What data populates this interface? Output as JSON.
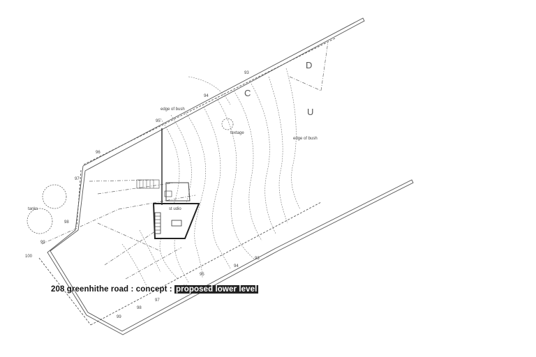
{
  "labels": {
    "top_letter_d": "D",
    "top_letter_c": "C",
    "top_letter_u": "U",
    "edge_of_bush_1": "edge of bush",
    "edge_of_bush_2": "edge of bush",
    "textage": "textage",
    "tanks": "tanks"
  },
  "contours": {
    "c100": "100",
    "c99a": "99",
    "c99b": "99",
    "c98a": "98",
    "c98b": "98",
    "c97a": "97",
    "c97b": "97",
    "c96a": "96",
    "c96b": "96",
    "c95a": "95",
    "c95b": "95",
    "c94a": "94",
    "c94b": "94",
    "c93a": "93",
    "c93b": "93"
  },
  "building": {
    "room_label": "st udio"
  },
  "title": {
    "main": "208 greenhithe road : concept : ",
    "highlight": "proposed lower level"
  }
}
